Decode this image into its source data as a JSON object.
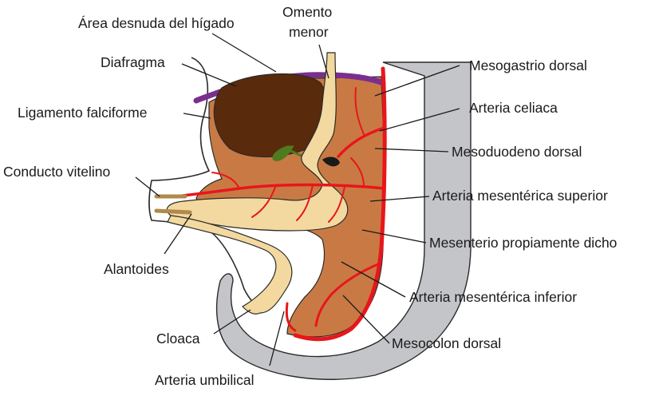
{
  "labels": {
    "area_desnuda": "Área desnuda del hígado",
    "omento_1": "Omento",
    "omento_2": "menor",
    "diafragma": "Diafragma",
    "ligamento": "Ligamento falciforme",
    "conducto": "Conducto vitelino",
    "alantoides": "Alantoides",
    "cloaca": "Cloaca",
    "arteria_umbilical": "Arteria umbilical",
    "mesogastrio": "Mesogastrio dorsal",
    "celiaca": "Arteria celiaca",
    "mesoduodeno": "Mesoduodeno dorsal",
    "ams": "Arteria mesentérica superior",
    "mesenterio": "Mesenterio propiamente dicho",
    "ami": "Arteria mesentérica inferior",
    "mesocolon": "Mesocolon dorsal"
  },
  "colors": {
    "dorsal_wall": "#c4c5c8",
    "mesentery": "#c97a44",
    "liver": "#5a2a0c",
    "gut": "#f3d9a0",
    "artery": "#e8161b",
    "diaphragm": "#7a2f8f",
    "gallbladder": "#4f7a1e"
  }
}
